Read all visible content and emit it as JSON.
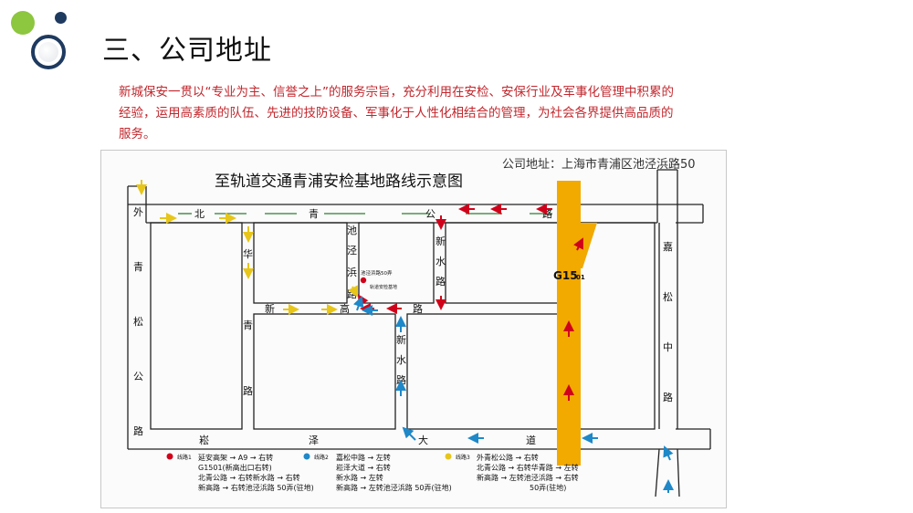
{
  "slide": {
    "title": "三、公司地址",
    "intro": "新城保安一贯以“专业为主、信誉之上”的服务宗旨，充分利用在安检、安保行业及军事化管理中积累的经验，运用高素质的队伍、先进的技防设备、军事化于人性化相结合的管理，为社会各界提供高品质的服务。"
  },
  "map": {
    "address": "公司地址：上海市青浦区池泾浜路50",
    "title": "至轨道交通青浦安检基地路线示意图",
    "highway": "G15",
    "highway_sub": "01",
    "roads": {
      "top": [
        "北",
        "青",
        "公",
        "路"
      ],
      "left": [
        "外",
        "青",
        "松",
        "公",
        "路"
      ],
      "right": [
        "嘉",
        "松",
        "中",
        "路"
      ],
      "bottom": [
        "崧",
        "泽",
        "大",
        "道"
      ],
      "huaqing": [
        "华",
        "青",
        "路"
      ],
      "chijing": [
        "池",
        "泾",
        "浜",
        "路"
      ],
      "xinshui_top": [
        "新",
        "水",
        "路"
      ],
      "xinshui_bottom": [
        "新",
        "水",
        "路"
      ],
      "xingao": [
        "新",
        "高",
        "路"
      ]
    },
    "base_label_1": "池泾浜路50弄",
    "base_label_2": "轨道安检基地",
    "legend": {
      "route1": {
        "name": "线路1",
        "color": "#d0021b",
        "lines": [
          "延安高架 → A9 → 右转",
          "G1501(新高出口右转)",
          "北青公路 → 右转新水路 → 右转",
          "新高路 → 右转池泾浜路 50弄(驻地)"
        ]
      },
      "route2": {
        "name": "线路2",
        "color": "#1e88c8",
        "lines": [
          "嘉松中路 → 左转",
          "崧泽大道 → 右转",
          "新水路 → 左转",
          "新高路 → 左转池泾浜路 50弄(驻地)"
        ]
      },
      "route3": {
        "name": "线路3",
        "color": "#e8c619",
        "lines": [
          "外青松公路 → 右转",
          "北青公路 → 右转华青路 → 左转",
          "新高路 → 左转池泾浜路 → 右转",
          "50弄(驻地)"
        ]
      }
    }
  }
}
